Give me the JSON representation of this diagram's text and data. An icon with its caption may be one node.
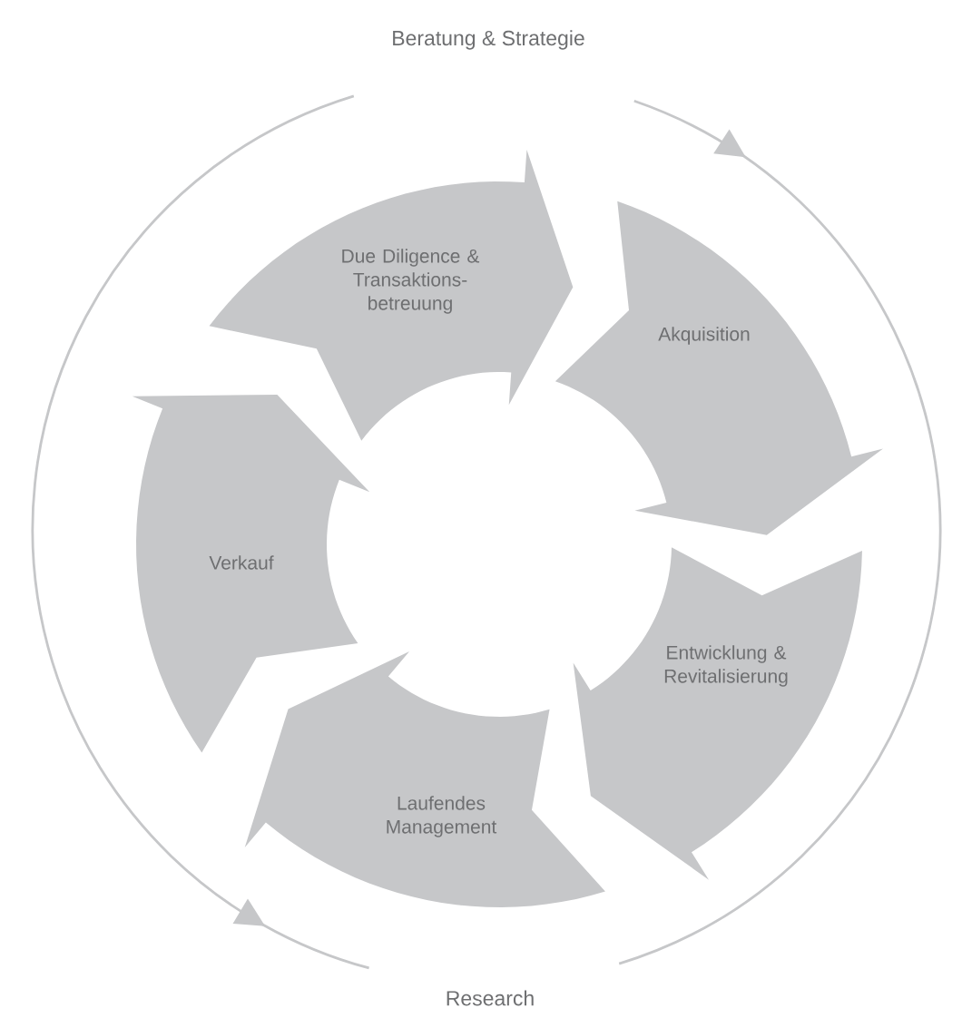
{
  "diagram": {
    "nodes": [
      {
        "text": [
          "Due Diligence & Transaktions-betreuung"
        ]
      },
      {
        "text": [
          "Akquisition"
        ]
      },
      {
        "text": [
          "Entwicklung & Revitalisierung"
        ]
      },
      {
        "text": [
          "Laufendes Management"
        ]
      },
      {
        "text": [
          "Verkauf"
        ]
      }
    ],
    "labels": [
      "Beratung & Strategie",
      "Research"
    ]
  }
}
